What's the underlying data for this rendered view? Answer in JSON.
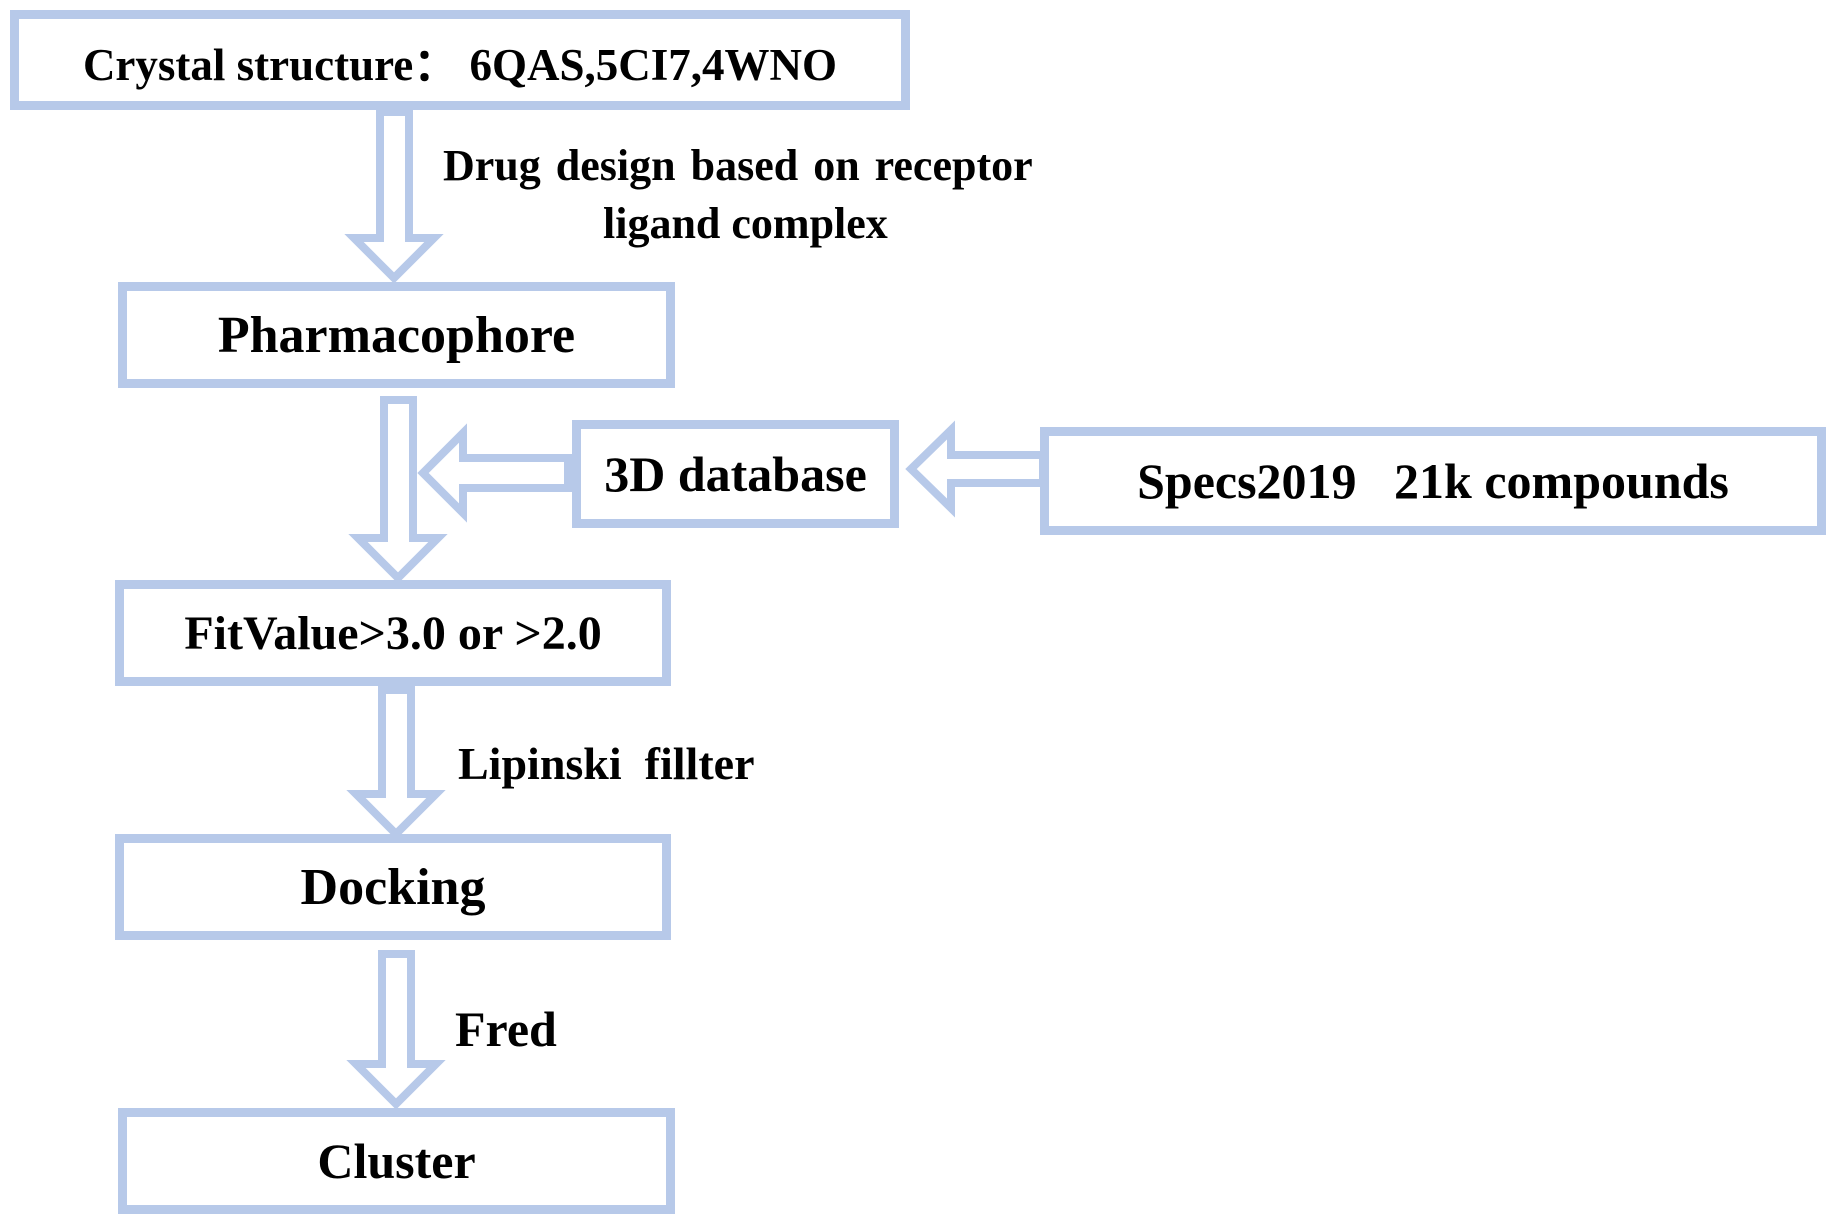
{
  "nodes": {
    "crystal": "Crystal structure： 6QAS,5CI7,4WNO",
    "pharmacophore": "Pharmacophore",
    "database": "3D database",
    "specs": "Specs2019   21k compounds",
    "fitvalue": "FitValue>3.0 or >2.0",
    "docking": "Docking",
    "cluster": "Cluster"
  },
  "edge_labels": {
    "drug_design_line1": "Drug  design based on receptor",
    "drug_design_line2": "ligand complex",
    "lipinski": "Lipinski  fillter",
    "fred": "Fred"
  },
  "colors": {
    "arrow_and_border": "#b7c9e9",
    "text": "#000000",
    "background": "#ffffff"
  }
}
